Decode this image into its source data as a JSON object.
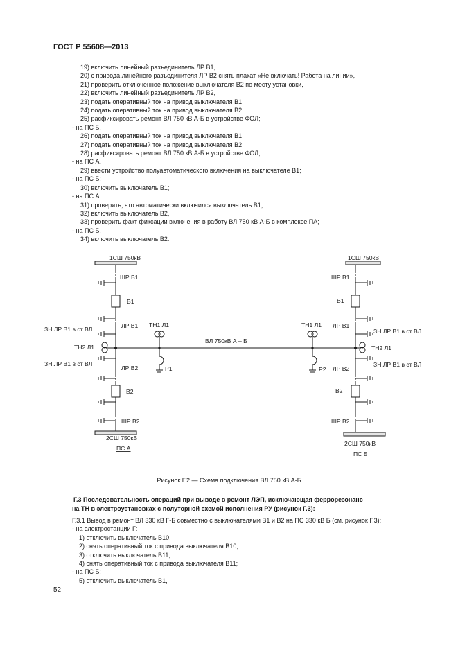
{
  "header": "ГОСТ Р 55608—2013",
  "steps_top": [
    {
      "text": "19) включить линейный разъединитель ЛР В1,",
      "type": "step"
    },
    {
      "text": "20) с привода линейного разъединителя ЛР В2 снять плакат «Не включать! Работа на линии»,",
      "type": "step"
    },
    {
      "text": "21) проверить отключенное положение выключателя В2 по месту установки,",
      "type": "step"
    },
    {
      "text": "22) включить линейный разъединитель ЛР В2,",
      "type": "step"
    },
    {
      "text": "23) подать оперативный ток на привод выключателя В1,",
      "type": "step"
    },
    {
      "text": "24) подать оперативный ток на привод выключателя В2,",
      "type": "step"
    },
    {
      "text": "25) расфиксировать ремонт ВЛ 750 кВ А-Б в устройстве ФОЛ;",
      "type": "step"
    },
    {
      "text": "- на ПС Б.",
      "type": "station"
    },
    {
      "text": "26) подать оперативный ток на привод выключателя В1,",
      "type": "step"
    },
    {
      "text": "27) подать оперативный ток на привод выключателя В2,",
      "type": "step"
    },
    {
      "text": "28) расфиксировать ремонт ВЛ 750 кВ А-Б в устройстве ФОЛ;",
      "type": "step"
    },
    {
      "text": "- на ПС А.",
      "type": "station"
    },
    {
      "text": "29) ввести устройство полуавтоматического включения на выключателе В1;",
      "type": "step"
    },
    {
      "text": "- на ПС Б:",
      "type": "station"
    },
    {
      "text": "30) включить выключатель В1;",
      "type": "step"
    },
    {
      "text": "- на ПС А:",
      "type": "station"
    },
    {
      "text": "31) проверить, что автоматически включился выключатель В1,",
      "type": "step"
    },
    {
      "text": "32) включить выключатель В2,",
      "type": "step"
    },
    {
      "text": "33) проверить факт фиксации включения в работу ВЛ 750 кВ А-Б в комплексе ПА;",
      "type": "step"
    },
    {
      "text": "- на ПС Б.",
      "type": "station"
    },
    {
      "text": "34) включить выключатель В2.",
      "type": "step"
    }
  ],
  "diagram": {
    "left": {
      "bus_top": "1СШ 750кВ",
      "shr_top": "ШР В1",
      "breaker_top": "В1",
      "zn_top": "ЗН ЛР В1 в ст ВЛ",
      "lr_top": "ЛР В1",
      "tn2": "ТН2 Л1",
      "zn_bottom": "ЗН ЛР В1 в ст ВЛ",
      "lr_bottom": "ЛР В2",
      "breaker_bottom": "В2",
      "shr_bottom": "ШР В2",
      "bus_bottom": "2СШ 750кВ",
      "station": "ПС А"
    },
    "right": {
      "bus_top": "1СШ 750кВ",
      "shr_top": "ШР В1",
      "breaker_top": "В1",
      "zn_top": "ЗН ЛР В1 в ст ВЛ",
      "lr_top": "ЛР В1",
      "tn2": "ТН2 Л1",
      "zn_bottom": "ЗН ЛР В1 в ст ВЛ",
      "lr_bottom": "ЛР В2",
      "breaker_bottom": "В2",
      "shr_bottom": "ШР В2",
      "bus_bottom": "2СШ 750кВ",
      "station": "ПС Б"
    },
    "line_label": "ВЛ 750кВ А – Б",
    "tn1_left": "ТН1 Л1",
    "tn1_right": "ТН1 Л1",
    "reactor_left": "Р1",
    "reactor_right": "Р2"
  },
  "caption": "Рисунок Г.2 — Схема подключения ВЛ 750 кВ А-Б",
  "section_title_1": "Г.3 Последовательность операций при выводе в ремонт ЛЭП, исключающая феррорезонанс",
  "section_title_2": "на ТН в электроустановках с полуторной схемой исполнения РУ (рисунок Г.3):",
  "section_intro": "Г.3.1 Вывод в ремонт ВЛ 330 кВ Г-Б совместно с выключателями В1 и В2 на ПС 330 кВ Б (см. рисунок Г.3):",
  "steps_bottom": [
    {
      "text": "- на электростанции Г:",
      "type": "station"
    },
    {
      "text": "1) отключить выключатель В10,",
      "type": "step"
    },
    {
      "text": "2) снять оперативный ток с привода выключателя В10,",
      "type": "step"
    },
    {
      "text": "3) отключить выключатель В11,",
      "type": "step"
    },
    {
      "text": "4) снять оперативный ток с привода выключателя В11;",
      "type": "step"
    },
    {
      "text": "- на ПС Б:",
      "type": "station"
    },
    {
      "text": "5) отключить выключатель В1,",
      "type": "step"
    }
  ],
  "page_number": "52"
}
